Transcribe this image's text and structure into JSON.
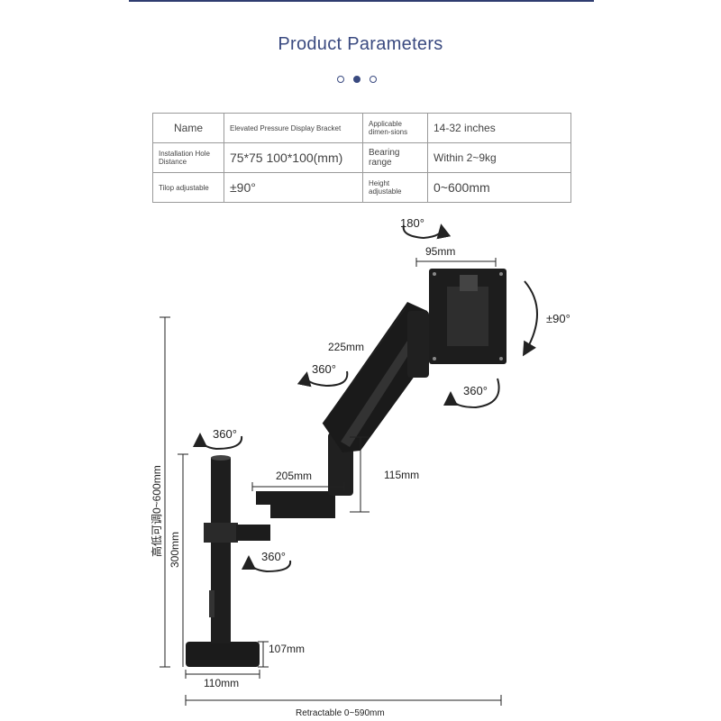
{
  "header": {
    "title": "Product Parameters"
  },
  "carousel": {
    "count": 3,
    "active_index": 1
  },
  "params_table": [
    {
      "label": "Name",
      "value": "Elevated Pressure Display Bracket",
      "label2": "Applicable dimen-sions",
      "value2": "14-32 inches"
    },
    {
      "label": "Installation Hole Distance",
      "value": "75*75 100*100(mm)",
      "label2": "Bearing range",
      "value2": "Within 2~9kg"
    },
    {
      "label": "Tilop adjustable",
      "value": "±90°",
      "label2": "Height adjustable",
      "value2": "0~600mm"
    }
  ],
  "diagram": {
    "rot_top": "180°",
    "vesa_width": "95mm",
    "tilt": "±90°",
    "arm_length": "225mm",
    "rot_arm_upper": "360°",
    "rot_head": "360°",
    "rot_pole_top": "360°",
    "lower_arm": "205mm",
    "gas_height": "115mm",
    "rot_pole_mid": "360°",
    "height_vertical": "高低可调0~600mm",
    "pole_height": "300mm",
    "base_height": "107mm",
    "base_width": "110mm",
    "retractable": "Retractable 0~590mm"
  }
}
